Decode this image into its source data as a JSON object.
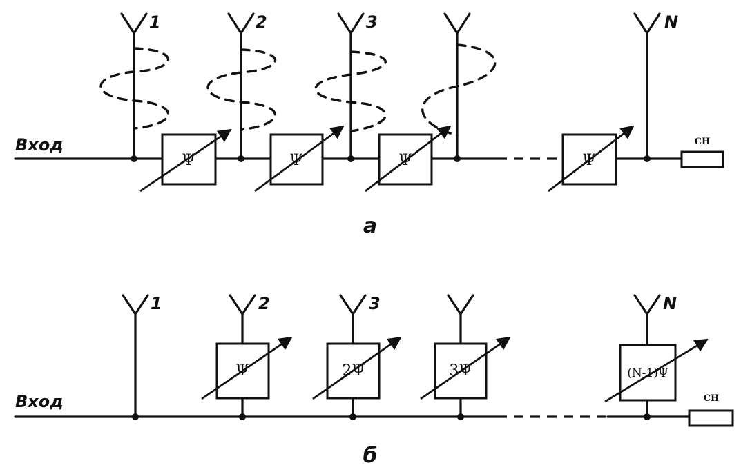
{
  "diagram_a": {
    "caption": "а",
    "input_label": "Вход",
    "load_label": "СН",
    "antenna_labels": [
      "1",
      "2",
      "3",
      "",
      "N"
    ],
    "shifter_labels": [
      "Ψ",
      "Ψ",
      "Ψ",
      "Ψ"
    ]
  },
  "diagram_b": {
    "caption": "б",
    "input_label": "Вход",
    "load_label": "СН",
    "antenna_labels": [
      "1",
      "2",
      "3",
      "",
      "N"
    ],
    "shifter_labels": [
      "Ψ",
      "2Ψ",
      "3Ψ",
      "(N-1)Ψ"
    ]
  }
}
